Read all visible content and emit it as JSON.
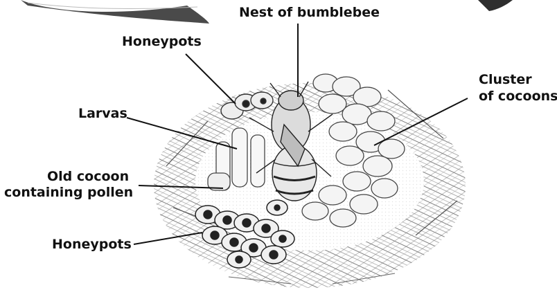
{
  "diagram": {
    "labels": {
      "nest": "Nest of bumblebee",
      "honeypots_top": "Honeypots",
      "larvas": "Larvas",
      "old_cocoon_line1": "Old cocoon",
      "old_cocoon_line2": "containing pollen",
      "honeypots_bottom": "Honeypots",
      "cluster_line1": "Cluster",
      "cluster_line2": "of cocoons"
    }
  }
}
